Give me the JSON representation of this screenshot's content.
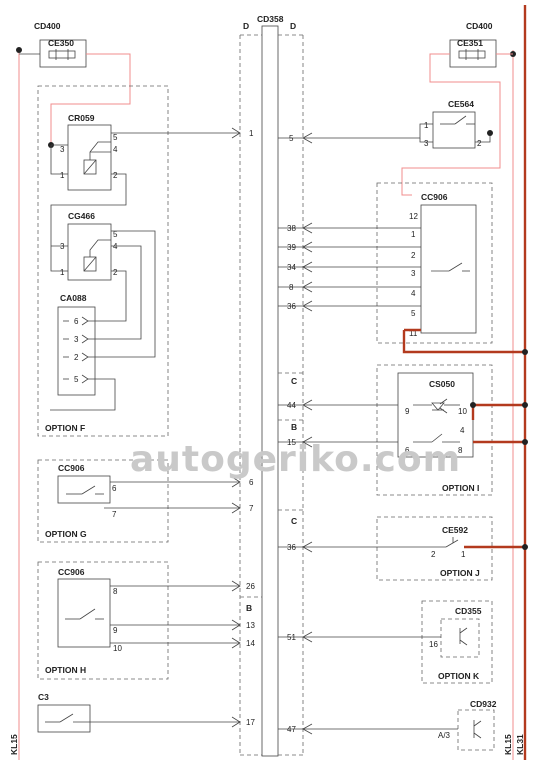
{
  "labels": {
    "cd400_left": "CD400",
    "ce350": "CE350",
    "cd358": "CD358",
    "d_left": "D",
    "d_right": "D",
    "cd400_right": "CD400",
    "ce351": "CE351",
    "cr059": "CR059",
    "ce564": "CE564",
    "cg466": "CG466",
    "cc906_right": "CC906",
    "ca088": "CA088",
    "option_f": "OPTION F",
    "cs050": "CS050",
    "option_i": "OPTION I",
    "cc906_g": "CC906",
    "option_g": "OPTION G",
    "ce592": "CE592",
    "option_j": "OPTION J",
    "cc906_h": "CC906",
    "option_h": "OPTION H",
    "cd355": "CD355",
    "option_k": "OPTION K",
    "c3": "C3",
    "cd932": "CD932",
    "kl15_left": "KL15",
    "kl15_right": "KL15",
    "kl31": "KL31",
    "conn_c1": "C",
    "conn_b1": "B",
    "conn_c2": "C",
    "conn_b2": "B",
    "watermark": "autogeriko.com"
  },
  "pins": {
    "cr059": [
      "5",
      "4",
      "3",
      "1",
      "2"
    ],
    "cg466": [
      "5",
      "4",
      "3",
      "1",
      "2"
    ],
    "ca088": [
      "6",
      "3",
      "2",
      "5"
    ],
    "ce564": [
      "1",
      "3",
      "2"
    ],
    "cc906_right": [
      "12",
      "1",
      "2",
      "3",
      "4",
      "5",
      "11"
    ],
    "cs050": [
      "9",
      "10",
      "4",
      "6",
      "8"
    ],
    "cc906_g": [
      "6",
      "7"
    ],
    "ce592": [
      "2",
      "1"
    ],
    "cc906_h": [
      "8",
      "9",
      "10"
    ],
    "cd355": [
      "16"
    ],
    "cd932": [
      "A/3"
    ],
    "cd358_left": [
      "1",
      "6",
      "7",
      "26",
      "13",
      "14",
      "17"
    ],
    "cd358_right": [
      "5",
      "38",
      "39",
      "34",
      "8",
      "36",
      "44",
      "15",
      "36",
      "51",
      "47"
    ]
  }
}
